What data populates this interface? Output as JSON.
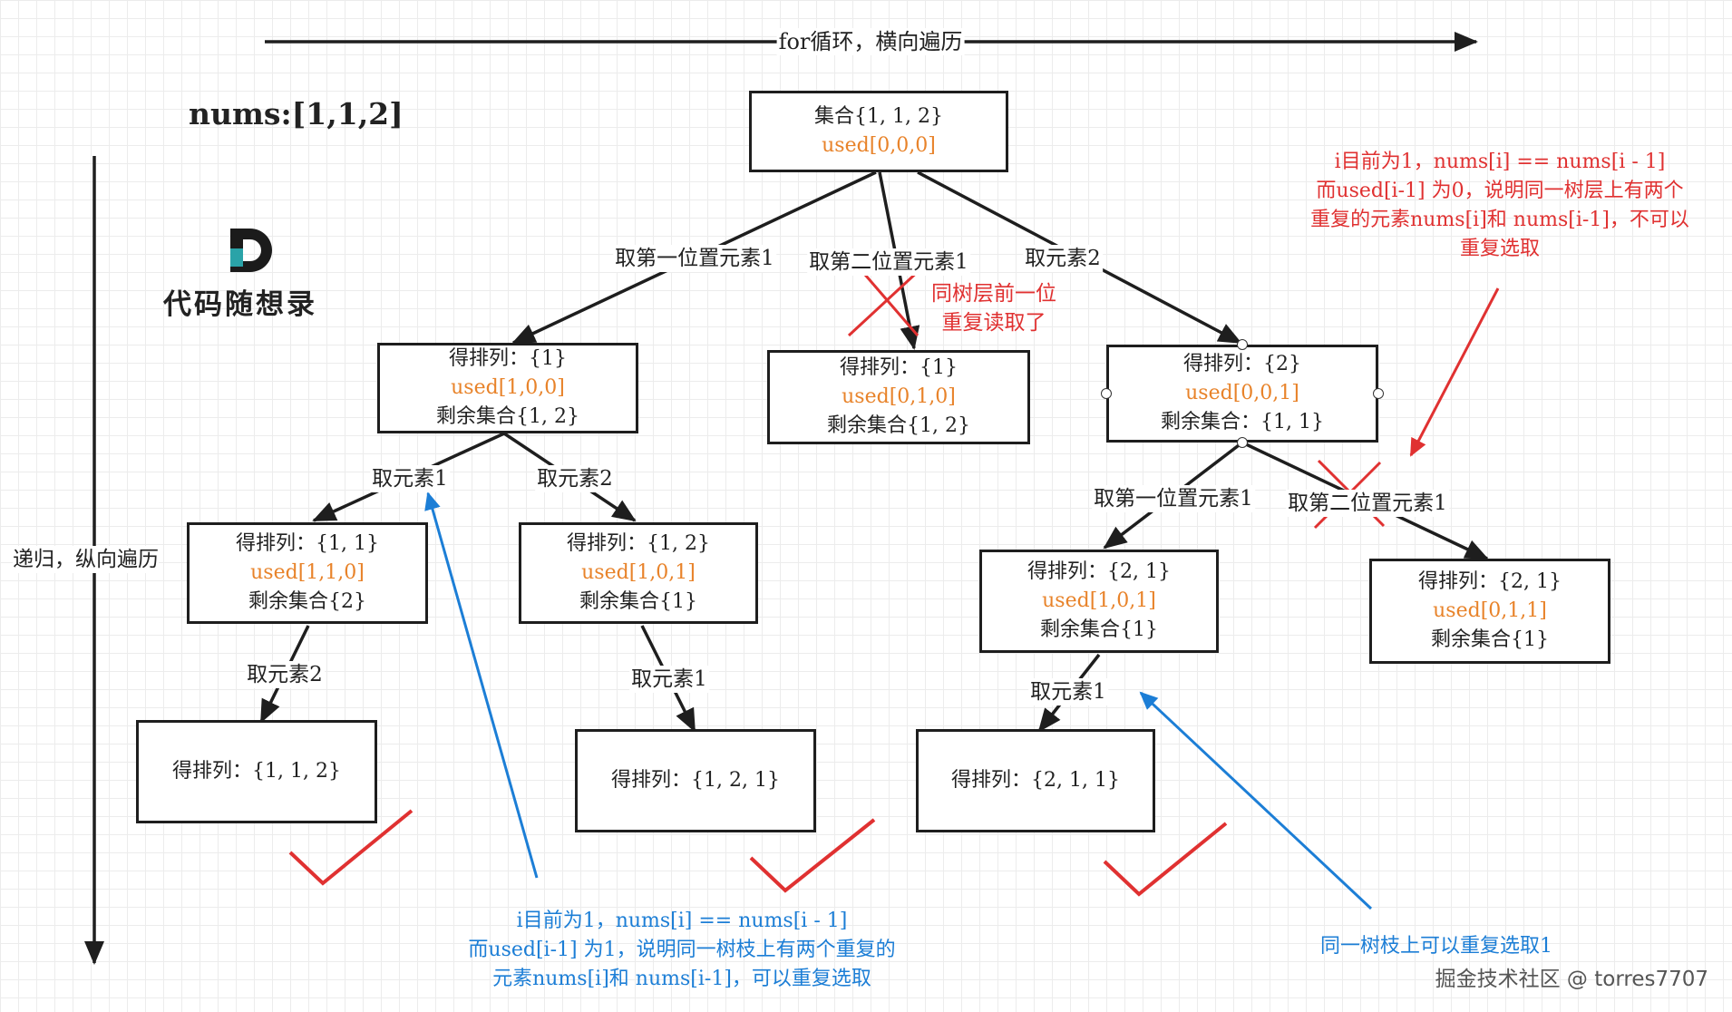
{
  "title": "nums:[1,1,2]",
  "top_axis_label": "for循环，横向遍历",
  "left_axis_label": "递归，纵向遍历",
  "logo_text": "代码随想录",
  "watermark": "掘金技术社区 @ torres7707",
  "nodes": {
    "root": {
      "line1": "集合{1, 1, 2}",
      "used": "used[0,0,0]"
    },
    "n1": {
      "line1": "得排列：{1}",
      "used": "used[1,0,0]",
      "line3": "剩余集合{1, 2}"
    },
    "n2": {
      "line1": "得排列：{1}",
      "used": "used[0,1,0]",
      "line3": "剩余集合{1, 2}"
    },
    "n3": {
      "line1": "得排列：{2}",
      "used": "used[0,0,1]",
      "line3": "剩余集合：{1, 1}"
    },
    "n11": {
      "line1": "得排列：{1, 1}",
      "used": "used[1,1,0]",
      "line3": "剩余集合{2}"
    },
    "n12": {
      "line1": "得排列：{1, 2}",
      "used": "used[1,0,1]",
      "line3": "剩余集合{1}"
    },
    "n31": {
      "line1": "得排列：{2, 1}",
      "used": "used[1,0,1]",
      "line3": "剩余集合{1}"
    },
    "n32": {
      "line1": "得排列：{2, 1}",
      "used": "used[0,1,1]",
      "line3": "剩余集合{1}"
    },
    "leaf1": {
      "line1": "得排列：{1, 1, 2}"
    },
    "leaf2": {
      "line1": "得排列：{1, 2, 1}"
    },
    "leaf3": {
      "line1": "得排列：{2, 1, 1}"
    }
  },
  "edge_labels": {
    "root_n1": "取第一位置元素1",
    "root_n2": "取第二位置元素1",
    "root_n3": "取元素2",
    "n1_n11": "取元素1",
    "n1_n12": "取元素2",
    "n3_n31": "取第一位置元素1",
    "n3_n32": "取第二位置元素1",
    "n11_leaf": "取元素2",
    "n12_leaf": "取元素1",
    "n31_leaf": "取元素1"
  },
  "notes": {
    "same_level_read": [
      "同树层前一位",
      "重复读取了"
    ],
    "red_explain": [
      "i目前为1，nums[i] == nums[i - 1]",
      "而used[i-1] 为0，说明同一树层上有两个",
      "重复的元素nums[i]和 nums[i-1]，不可以",
      "重复选取"
    ],
    "blue_explain": [
      "i目前为1，nums[i] == nums[i - 1]",
      "而used[i-1] 为1，说明同一树枝上有两个重复的",
      "元素nums[i]和 nums[i-1]，可以重复选取"
    ],
    "same_branch": "同一树枝上可以重复选取1"
  },
  "colors": {
    "used": "#e8832a",
    "red": "#e03131",
    "blue": "#1c7ed6",
    "stroke": "#1e1e1e"
  }
}
